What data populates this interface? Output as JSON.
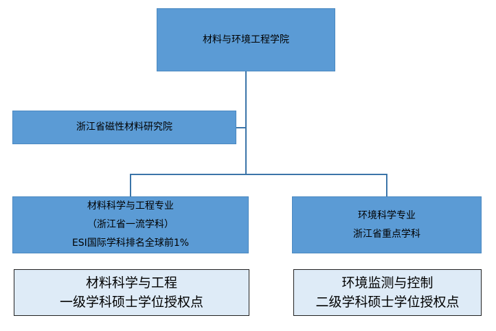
{
  "root": {
    "label": "材料与环境工程学院"
  },
  "institute": {
    "label": "浙江省磁性材料研究院"
  },
  "left_major": {
    "line1": "材料科学与工程专业",
    "line2": "（浙江省一流学科）",
    "line3": "ESI国际学科排名全球前1%"
  },
  "right_major": {
    "line1": "环境科学专业",
    "line2": "浙江省重点学科"
  },
  "left_degree": {
    "line1": "材料科学与工程",
    "line2": "一级学科硕士学位授权点"
  },
  "right_degree": {
    "line1": "环境监测与控制",
    "line2": "二级学科硕士学位授权点"
  },
  "colors": {
    "box_fill": "#5b9bd5",
    "degree_fill": "#deebf7",
    "connector": "#3a74a8"
  }
}
